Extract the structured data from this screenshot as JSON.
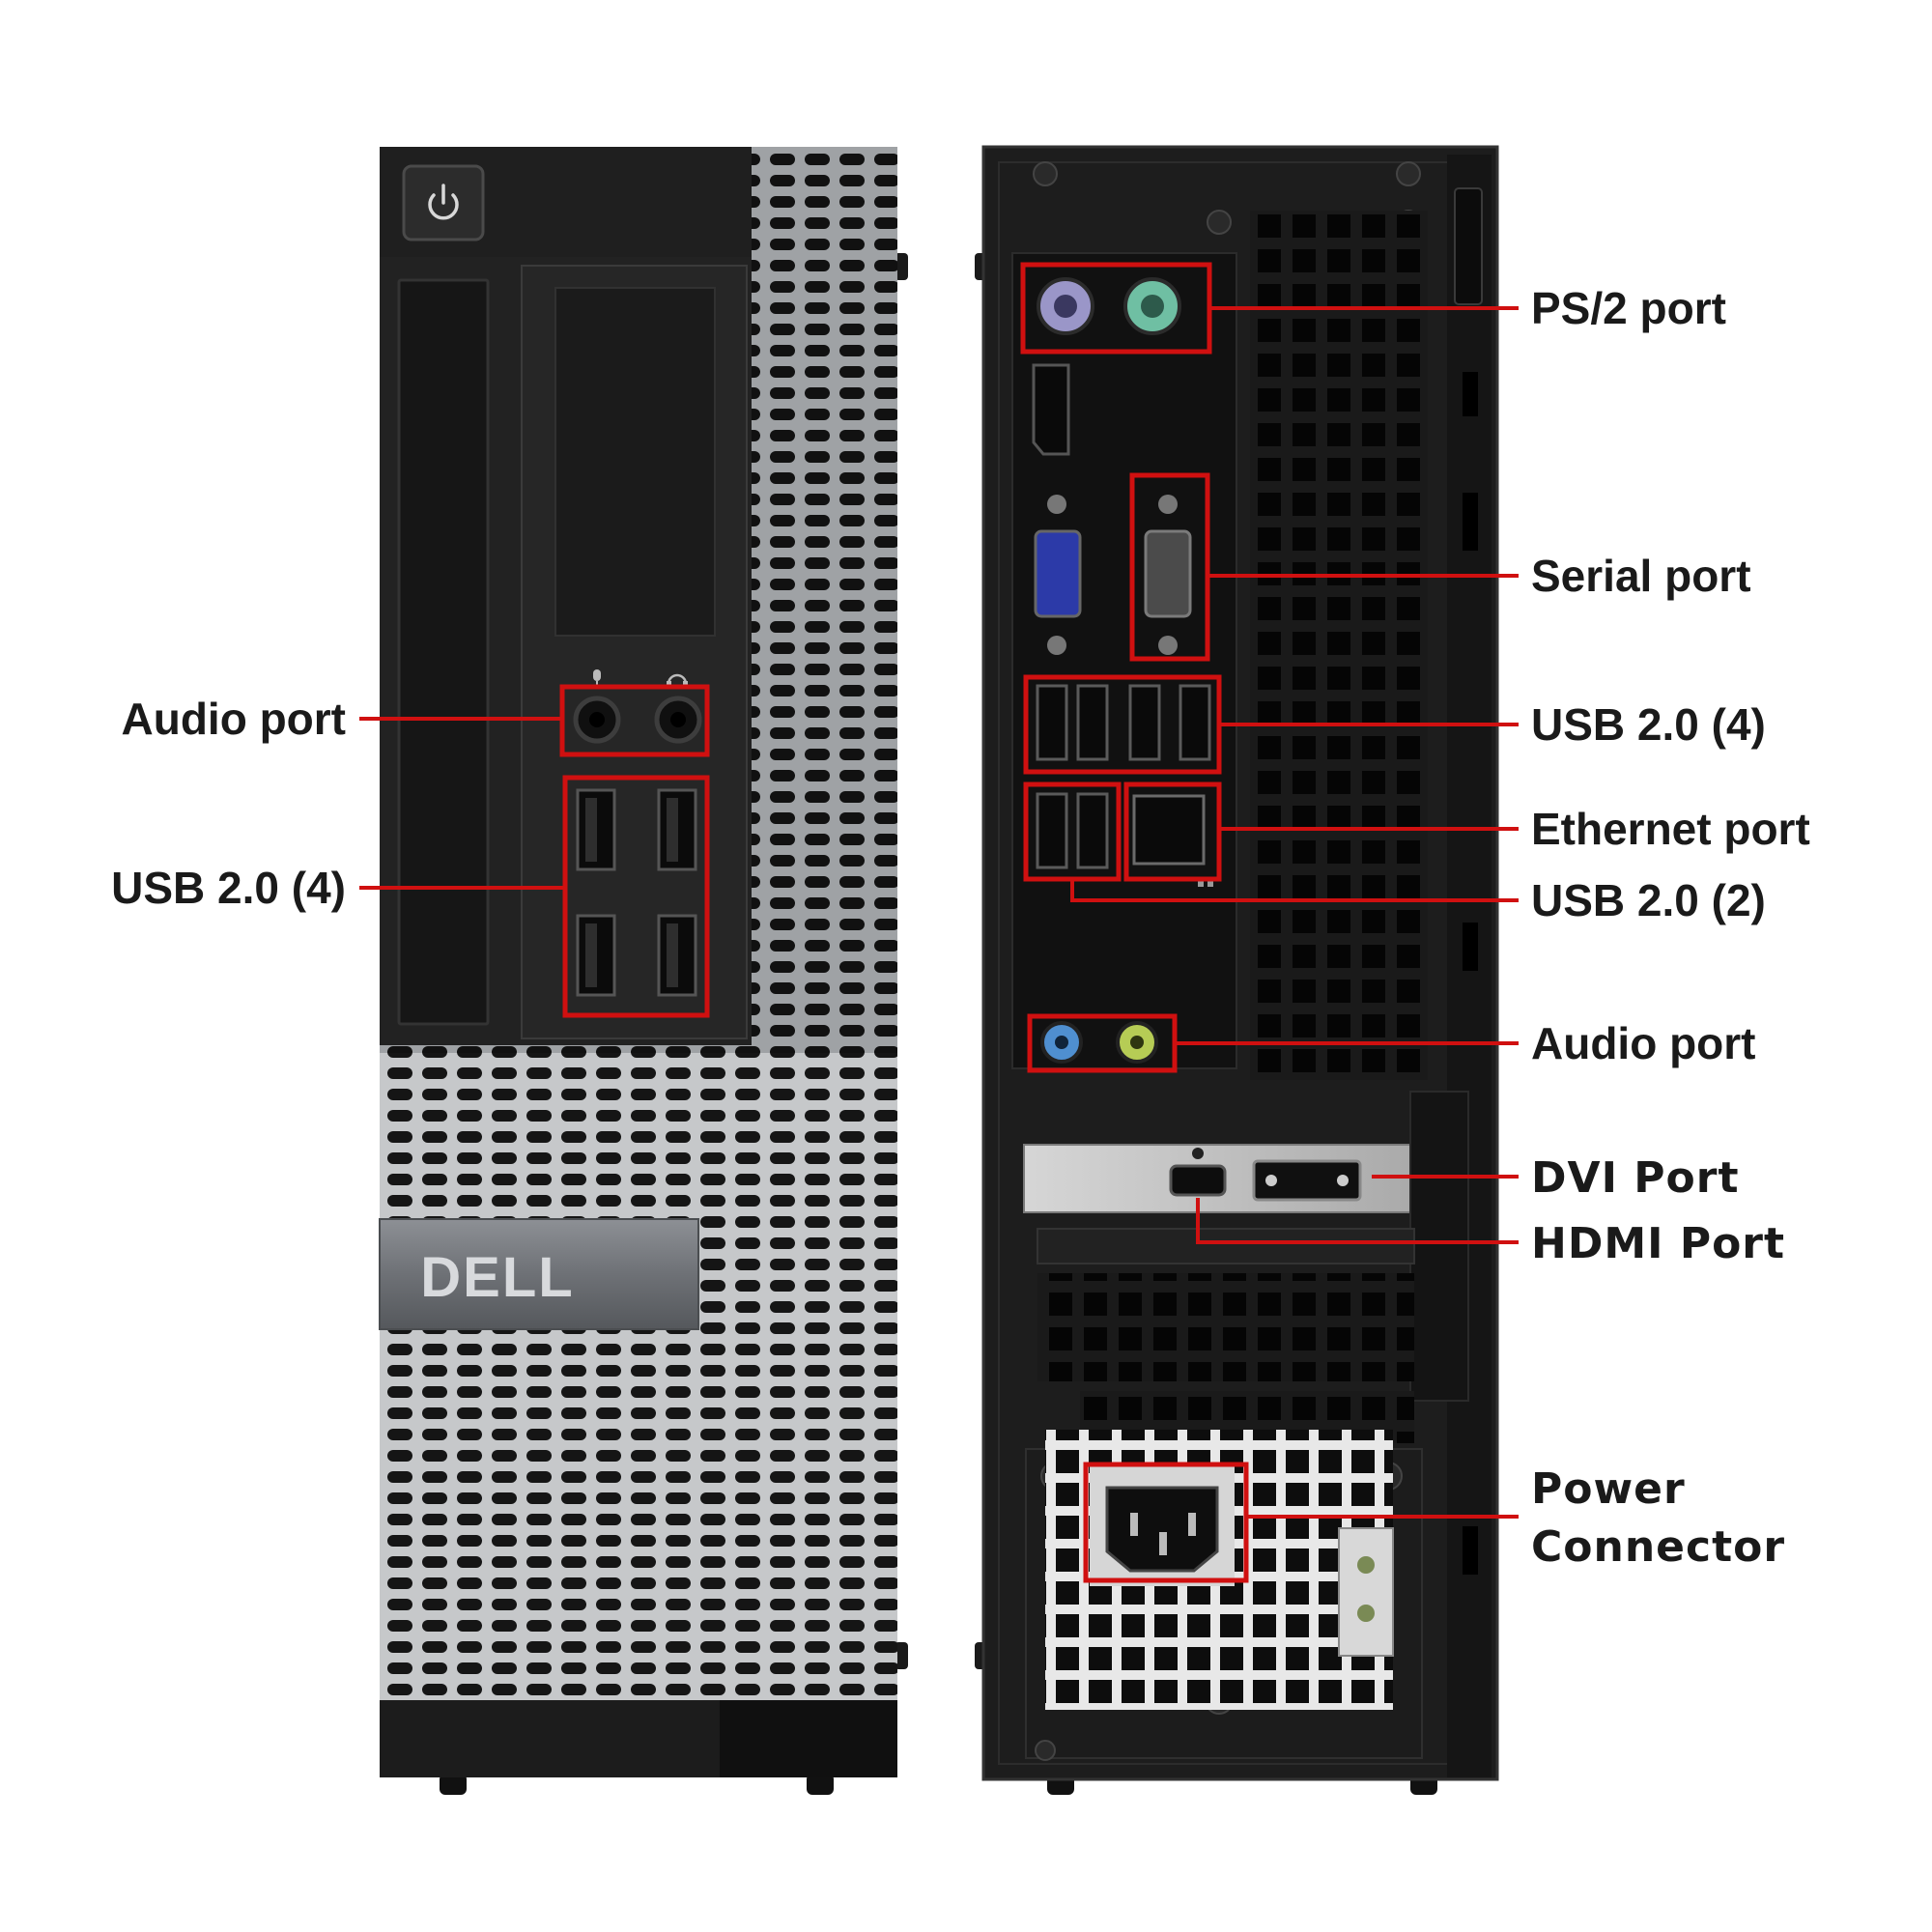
{
  "front_panel": {
    "brand_logo": "DELL",
    "callouts": {
      "audio": "Audio port",
      "usb": "USB 2.0 (4)"
    }
  },
  "rear_panel": {
    "callouts": {
      "ps2": "PS/2 port",
      "serial": "Serial port",
      "usb4": "USB 2.0 (4)",
      "ethernet": "Ethernet port",
      "usb2": "USB 2.0 (2)",
      "audio": "Audio port",
      "dvi": "DVI Port",
      "hdmi": "HDMI Port",
      "power_line1": "Power",
      "power_line2": "Connector"
    }
  },
  "colors": {
    "highlight": "#d01010",
    "chassis_black": "#1d1d1d",
    "mesh_silver": "#b9bcbf",
    "ps2_mouse": "#9a96c8",
    "ps2_keyboard": "#6fbfa3",
    "vga_blue": "#2c3aa8",
    "audio_blue": "#4f8fd0",
    "audio_green": "#b6cc55"
  },
  "icons": [
    "power-button-icon",
    "microphone-icon",
    "headphone-icon",
    "network-icon"
  ]
}
